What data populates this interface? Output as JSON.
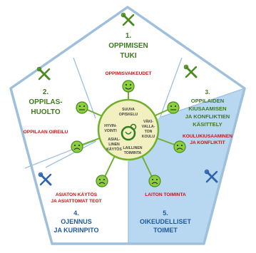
{
  "colors": {
    "border": "#9ec0dc",
    "green_text": "#3e7a1d",
    "blue_text": "#1f5a9b",
    "red_text": "#cc1111",
    "blue_fill": "#b8d8f2",
    "center_fill": "#f2efc0",
    "spoke_green": "#6fb02f"
  },
  "sections": {
    "s1": {
      "number": "1.",
      "title": "OPPIMISEN",
      "title2": "TUKI",
      "issue": "OPPIMISVAIKEUDET",
      "icon": "tools-icon"
    },
    "s2": {
      "number": "2.",
      "title": "OPPILAS-",
      "title2": "HUOLTO",
      "issue": "OPPILAAN OIREILU",
      "icon": "tools-icon"
    },
    "s3": {
      "number": "3.",
      "title": "OPPILAIDEN",
      "title2": "KIUSAAMISEN",
      "title3": "JA KONFLIKTIEN",
      "title4": "KÄSITTELY",
      "issue": "KOULUKIUSAAMINEN",
      "issue2": "JA KONFLIKTIT",
      "icon": "tools-icon"
    },
    "s4": {
      "number": "4.",
      "title": "OJENNUS",
      "title2": "JA KURINPITO",
      "issue": "ASIATON KÄYTÖS",
      "issue2": "JA ASIATTOMAT TEOT",
      "icon": "tools-icon"
    },
    "s5": {
      "number": "5.",
      "title": "OIKEUDELLISET",
      "title2": "TOIMET",
      "issue": "LAITON TOIMINTA",
      "icon": "tools-icon"
    }
  },
  "center": {
    "top1": "SUUVA",
    "top2": "OPISKELU",
    "left1": "HYVIN-",
    "left2": "VOINTI",
    "right1": "VÄKI-",
    "right2": "VALLA-",
    "right3": "TON",
    "right4": "KOULU",
    "inner1": "ASIAL-",
    "inner2": "LINEN",
    "inner3": "KÄYTÖS",
    "bottom1": "LAILLINEN",
    "bottom2": "TOIMINTA"
  },
  "faces": [
    {
      "name": "face-top",
      "mood": "smile"
    },
    {
      "name": "face-upper-left",
      "mood": "neutral"
    },
    {
      "name": "face-upper-right",
      "mood": "neutral"
    },
    {
      "name": "face-lower-left",
      "mood": "sad"
    },
    {
      "name": "face-lower-right",
      "mood": "sad"
    },
    {
      "name": "face-bottom-left",
      "mood": "sad"
    },
    {
      "name": "face-bottom-right",
      "mood": "sad"
    }
  ]
}
